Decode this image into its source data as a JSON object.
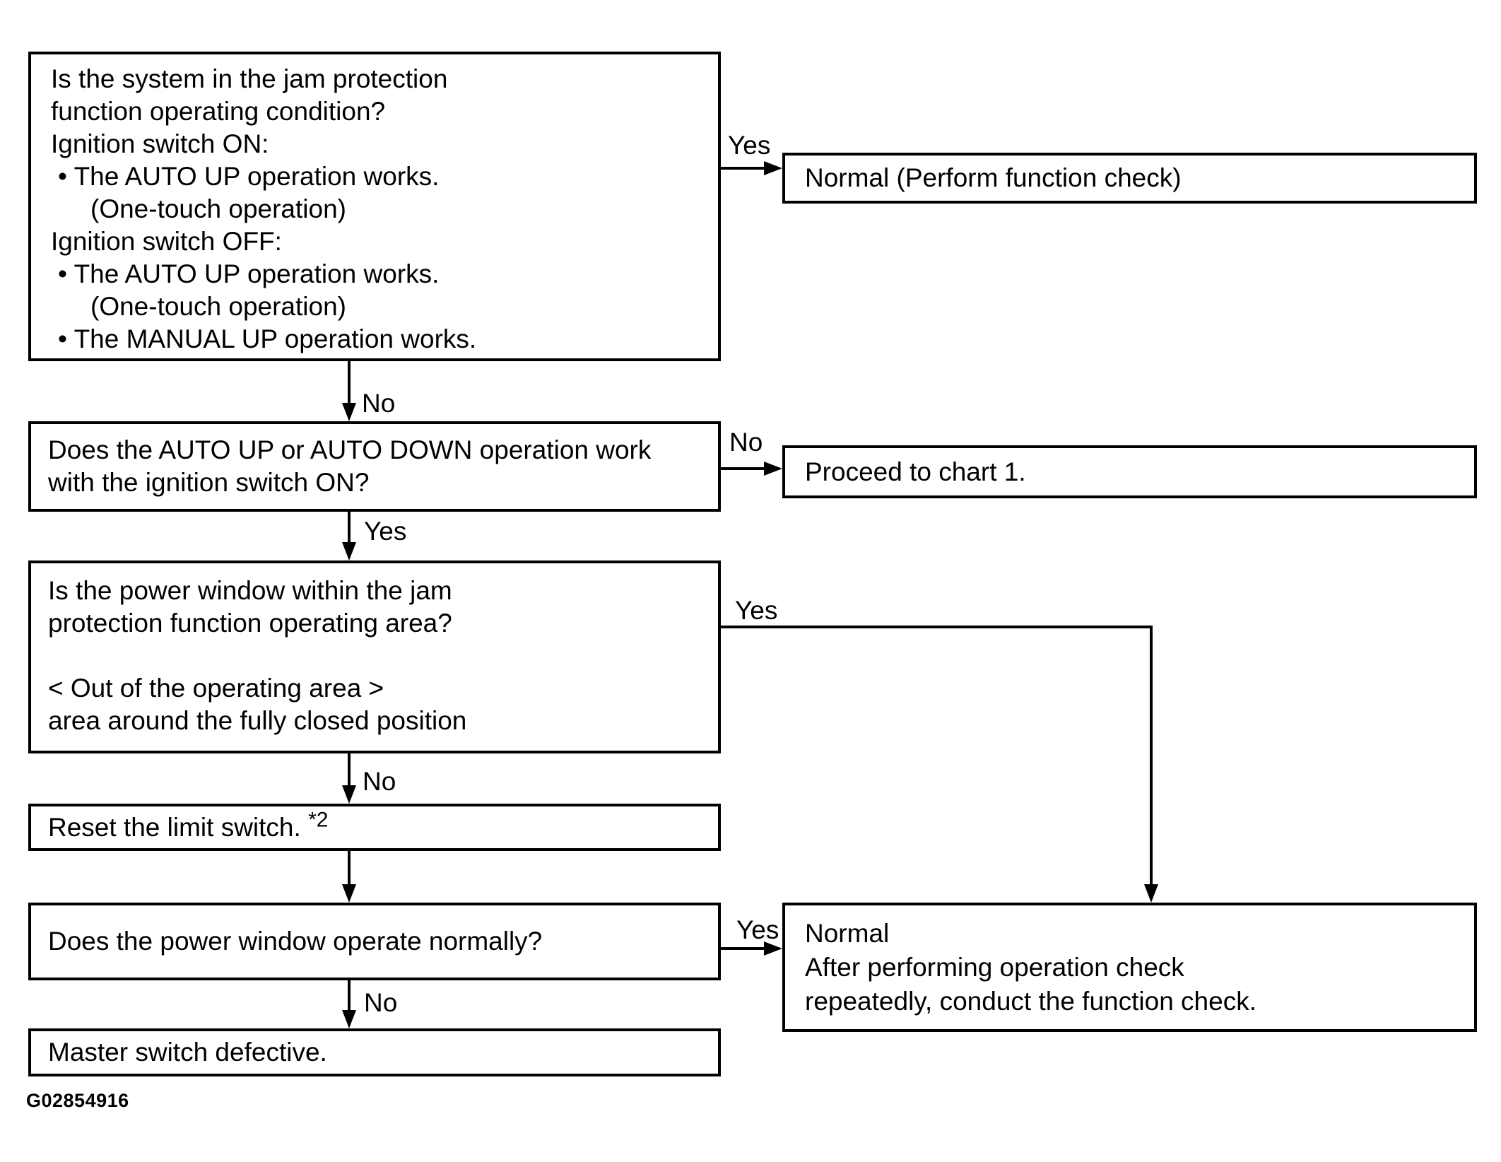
{
  "figure_code": "G02854916",
  "palette": {
    "ink": "#000000",
    "paper": "#ffffff"
  },
  "flowchart": {
    "boxes": {
      "q1": {
        "lines": [
          "Is the system in the jam protection",
          "function operating condition?",
          "Ignition switch ON:",
          "• The AUTO UP operation works.",
          "(One-touch operation)",
          "Ignition switch OFF:",
          "• The AUTO UP operation works.",
          "(One-touch operation)",
          "• The MANUAL UP operation works."
        ]
      },
      "q2": {
        "lines": [
          "Does the AUTO UP or AUTO DOWN operation work",
          "with the ignition switch ON?"
        ]
      },
      "q3": {
        "lines": [
          "Is the power window within the jam",
          "protection function operating area?",
          "",
          "< Out of the operating area >",
          "area around the fully closed position"
        ]
      },
      "a1": {
        "text": "Reset the limit switch. ",
        "footnote": "*2"
      },
      "q4": {
        "text": "Does the power window operate normally?"
      },
      "e1": {
        "text": "Master switch defective."
      },
      "r1": {
        "text": "Normal (Perform function check)"
      },
      "r2": {
        "text": "Proceed to chart 1."
      },
      "r3": {
        "lines": [
          "Normal",
          "After performing operation check",
          "repeatedly, conduct the function check."
        ]
      }
    },
    "edge_labels": {
      "q1_yes": "Yes",
      "q1_no": "No",
      "q2_no": "No",
      "q2_yes": "Yes",
      "q3_yes": "Yes",
      "q3_no": "No",
      "q4_yes": "Yes",
      "q4_no": "No"
    }
  }
}
